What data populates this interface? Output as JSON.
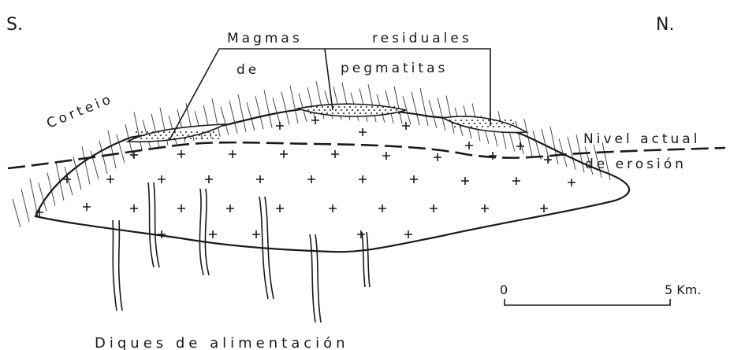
{
  "diagram": {
    "direction_left": "S.",
    "direction_right": "N.",
    "title_line1_part1": "Magmas",
    "title_line1_part2": "residuales",
    "title_line2_part1": "de",
    "title_line2_part2": "pegmatitas",
    "aureole_label": "Corteio",
    "erosion_label_line1": "Nivel actual",
    "erosion_label_line2": "de erosión",
    "dikes_label": "Diques de alimentación",
    "scale_start": "0",
    "scale_end": "5 Km."
  },
  "colors": {
    "ink": "#1a1a1a",
    "background": "#ffffff"
  }
}
